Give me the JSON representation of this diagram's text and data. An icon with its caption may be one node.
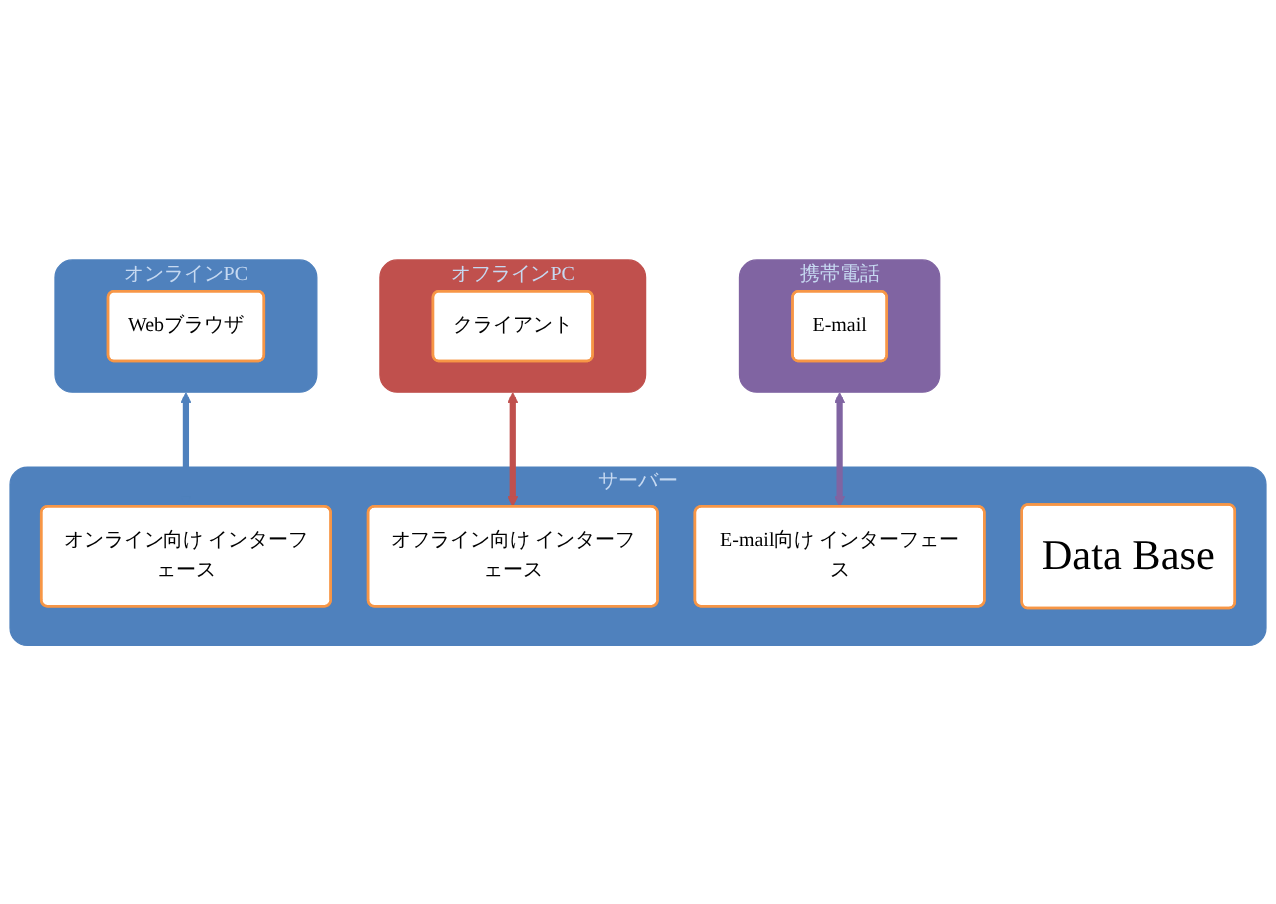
{
  "diagram": {
    "nodes": [
      {
        "text": [
          "オンラインPC"
        ]
      },
      {
        "text": [
          "Webブラウザ"
        ],
        "in": 0
      },
      {
        "text": [
          "オフラインPC"
        ]
      },
      {
        "text": [
          "クライアント"
        ],
        "in": 2
      },
      {
        "text": [
          "携帯電話"
        ]
      },
      {
        "text": [
          "E-mail"
        ],
        "in": 4
      },
      {
        "text": [
          "サーバー"
        ]
      },
      {
        "text": [
          "オンライン向け インターフェース"
        ],
        "in": 6
      },
      {
        "text": [
          "オフライン向け インターフェース"
        ],
        "in": 6
      },
      {
        "text": [
          "E-mail向け インターフェース"
        ],
        "in": 6
      },
      {
        "text": [
          "Data Base"
        ],
        "in": 6
      }
    ],
    "edges": [
      {
        "from": 0,
        "to": 7,
        "arrow": "both",
        "color": "#4f81bd"
      },
      {
        "from": 2,
        "to": 8,
        "arrow": "both",
        "color": "#c0504d"
      },
      {
        "from": 4,
        "to": 9,
        "arrow": "both",
        "color": "#8064a2"
      }
    ]
  }
}
